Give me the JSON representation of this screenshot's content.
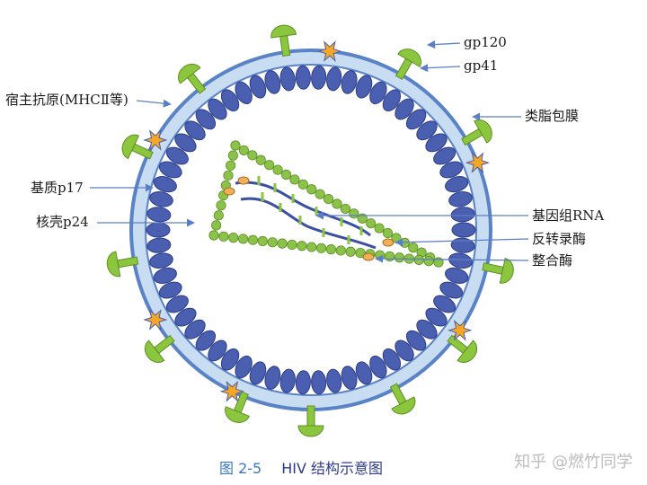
{
  "labels": {
    "gp120": "gp120",
    "gp41": "gp41",
    "host_antigen": "宿主抗原(MHCⅡ等)",
    "lipid_envelope": "类脂包膜",
    "matrix": "基质p17",
    "capsid": "核壳p24",
    "genome_rna": "基因组RNA",
    "reverse_transcriptase": "反转录酶",
    "integrase": "整合酶"
  },
  "caption": {
    "figure_number": "图 2-5",
    "title": "HIV 结构示意图"
  },
  "watermark": "知乎 @燃竹同学",
  "colors": {
    "envelope_fill": "#c8dcf2",
    "envelope_stroke": "#5a82c6",
    "matrix_protein": "#4a5fb0",
    "capsid_bead": "#8bc34a",
    "glycoprotein": "#8cc63f",
    "antigen": "#f5a623",
    "rna": "#3b4fa3",
    "enzyme": "#f0b05a",
    "arrow": "#5b7fc4",
    "caption": "#3b78c3"
  }
}
